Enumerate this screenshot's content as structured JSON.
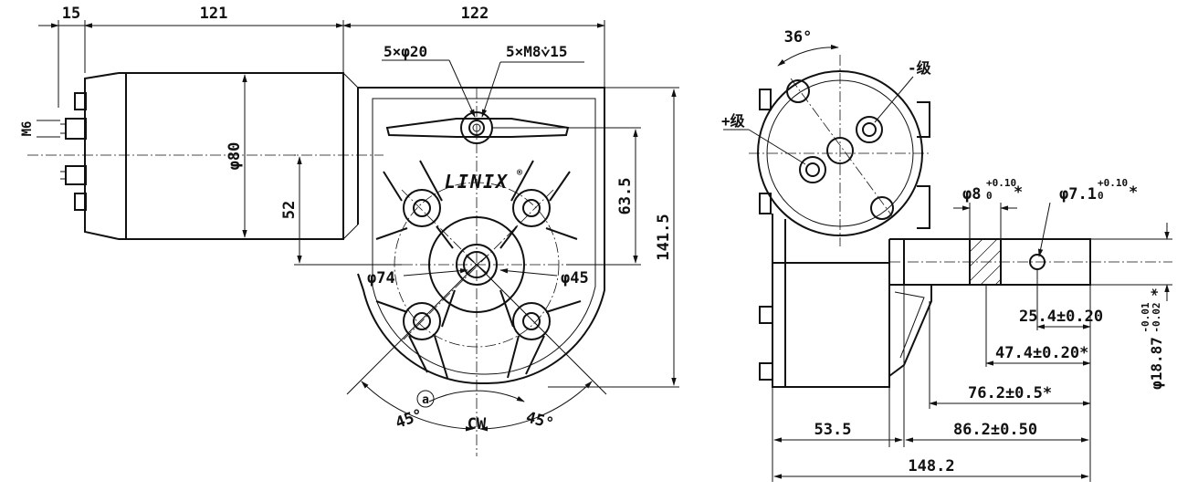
{
  "labels": {
    "d15": "15",
    "d121": "121",
    "d122": "122",
    "hole20": "5×φ20",
    "threadM8": "5×M8⩒15",
    "m6": "M6",
    "phi80": "φ80",
    "d52": "52",
    "d63_5": "63.5",
    "d141_5": "141.5",
    "phi74": "φ74",
    "phi45": "φ45",
    "brand": "LINIX",
    "reg": "®",
    "ang45_left": "45°",
    "ang45_right": "45°",
    "cw": "CW",
    "note_a": "a",
    "ang36": "36°",
    "minus_stage": "-级",
    "plus_stage": "+级",
    "phi8": "φ8",
    "phi8_tol_up": "+0.10",
    "phi8_tol_low": "0",
    "phi8_star": "*",
    "phi7_1": "φ7.1",
    "phi7_1_tol_up": "+0.10",
    "phi7_1_tol_low": "0",
    "phi7_1_star": "*",
    "d25_4": "25.4±0.20",
    "d47_4": "47.4±0.20*",
    "d76_2": "76.2±0.5*",
    "shaft_dia": "φ18.87",
    "shaft_tol_up": "-0.01",
    "shaft_tol_low": "-0.02",
    "shaft_star": "*",
    "d53_5": "53.5",
    "d86_2": "86.2±0.50",
    "d148_2": "148.2"
  }
}
